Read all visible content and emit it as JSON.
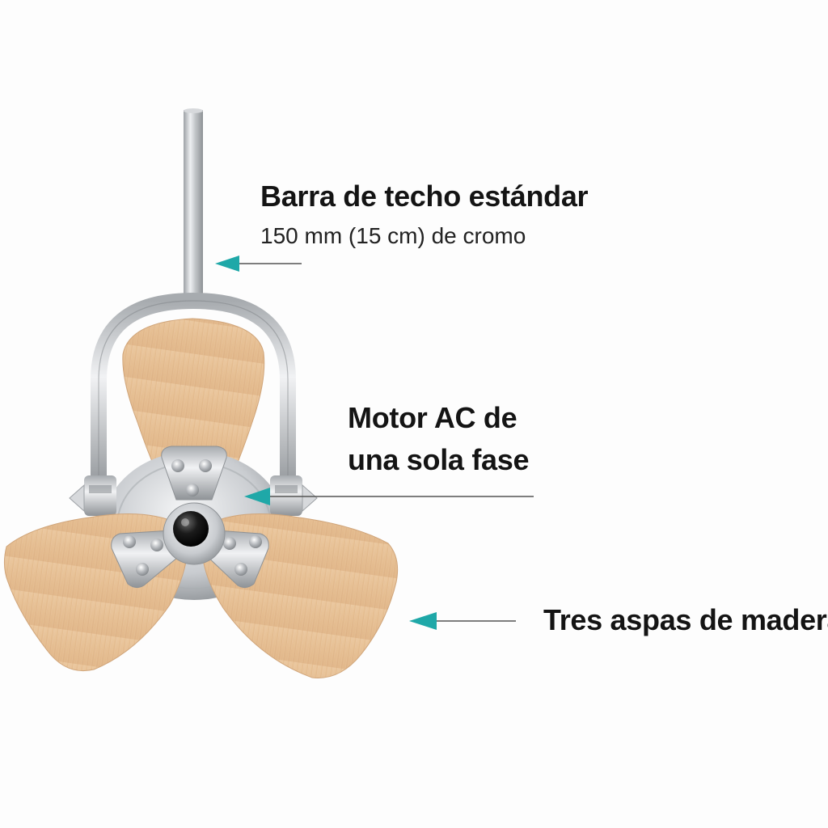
{
  "annotations": {
    "rod": {
      "title": "Barra de techo estándar",
      "subtitle": "150 mm (15 cm) de cromo"
    },
    "motor": {
      "line1": "Motor AC de",
      "line2": "una sola fase"
    },
    "blades": {
      "title": "Tres aspas de madera"
    }
  },
  "colors": {
    "arrow": "#1fa8a8",
    "leader_line": "#555555",
    "wood": "#e6bf94",
    "chrome": "#c7cacd",
    "text": "#141414"
  },
  "icons": {
    "rod_pointer": "arrow-left-icon",
    "motor_pointer": "arrow-left-icon",
    "blades_pointer": "arrow-left-icon"
  }
}
